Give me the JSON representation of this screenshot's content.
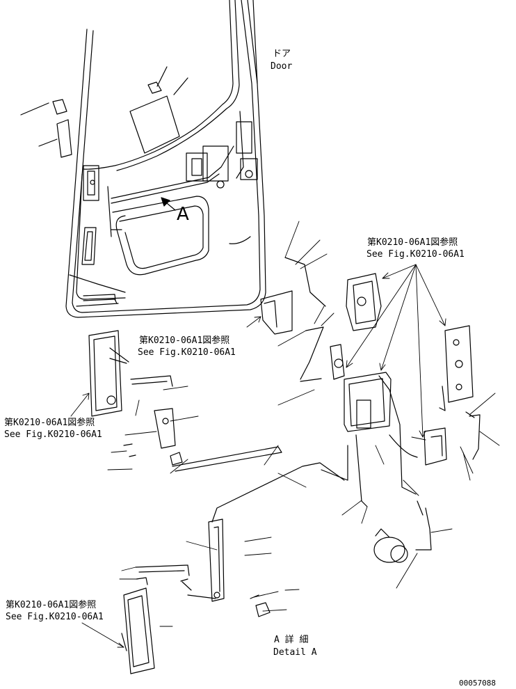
{
  "labels": {
    "door_jp": "ドア",
    "door_en": "Door",
    "detail_letter": "A",
    "ref_jp": "第K0210-06A1図参照",
    "ref_en": "See Fig.K0210-06A1",
    "detail_jp": "A 詳 細",
    "detail_en": "Detail A",
    "drawing_number": "00057088"
  },
  "colors": {
    "line": "#000000",
    "background": "#ffffff"
  }
}
